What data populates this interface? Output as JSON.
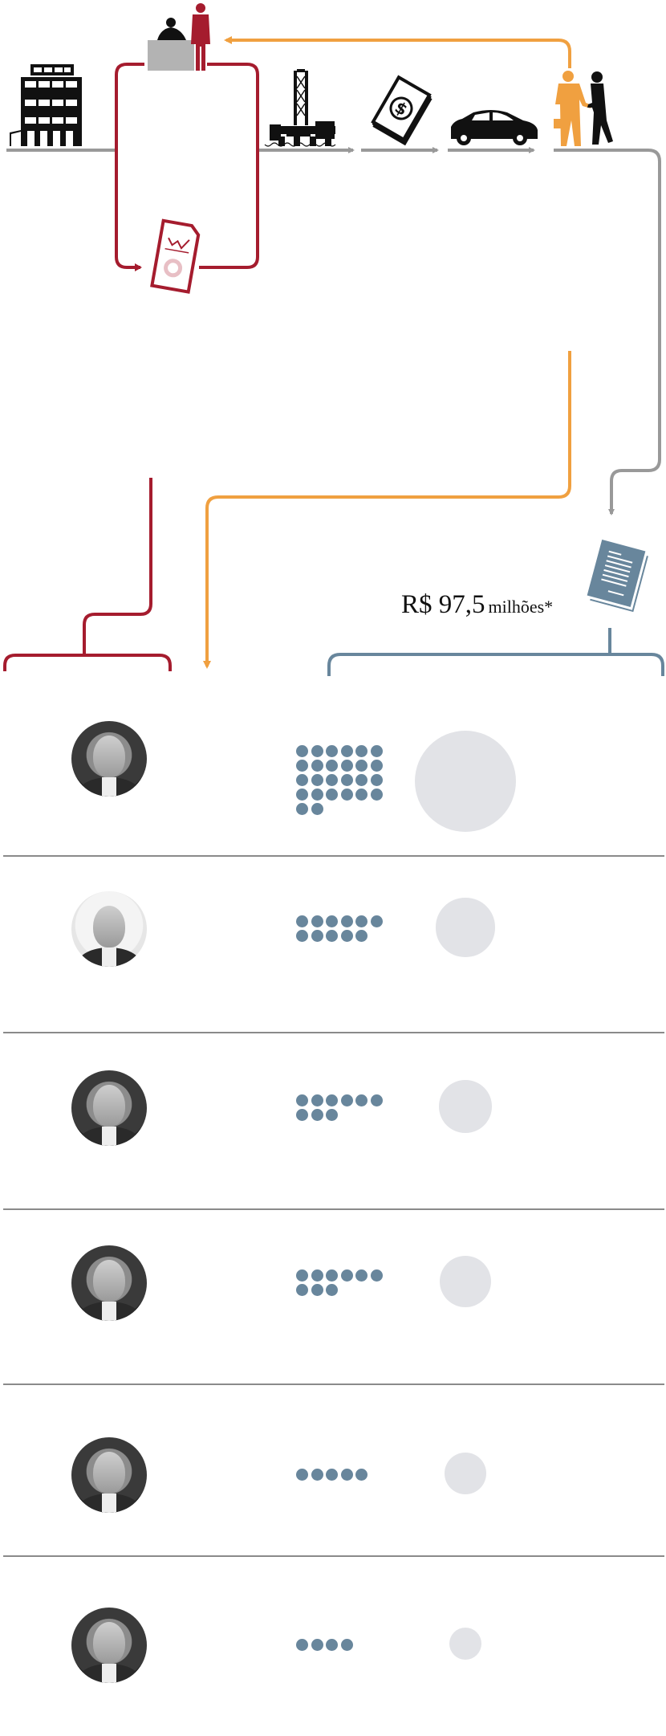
{
  "colors": {
    "red": "#a51c2e",
    "orange": "#f0a040",
    "flow_gray": "#999999",
    "blue_gray": "#68869c",
    "bubble": "#e2e3e7",
    "separator": "#8a8a8a",
    "black": "#111111"
  },
  "flow": {
    "steps": [
      {
        "id": "company",
        "icon": "building-icon"
      },
      {
        "id": "director-and-politician",
        "icon": "desk-meeting-icon"
      },
      {
        "id": "report",
        "icon": "report-document-icon"
      },
      {
        "id": "oil-platform",
        "icon": "oil-platform-icon"
      },
      {
        "id": "money",
        "icon": "money-stack-icon"
      },
      {
        "id": "car",
        "icon": "car-icon"
      },
      {
        "id": "deal",
        "icon": "handshake-icon"
      },
      {
        "id": "documents",
        "icon": "documents-icon"
      }
    ]
  },
  "total": {
    "amount": "R$ 97,5",
    "unit": "milhões*"
  },
  "people": [
    {
      "avatar": "portrait-1",
      "dots": 26,
      "bubble_scale": 1.0
    },
    {
      "avatar": "portrait-2",
      "dots": 11,
      "bubble_scale": 0.58
    },
    {
      "avatar": "portrait-3",
      "dots": 9,
      "bubble_scale": 0.52
    },
    {
      "avatar": "portrait-4",
      "dots": 9,
      "bubble_scale": 0.51
    },
    {
      "avatar": "portrait-5",
      "dots": 5,
      "bubble_scale": 0.41
    },
    {
      "avatar": "portrait-6",
      "dots": 4,
      "bubble_scale": 0.32
    }
  ]
}
